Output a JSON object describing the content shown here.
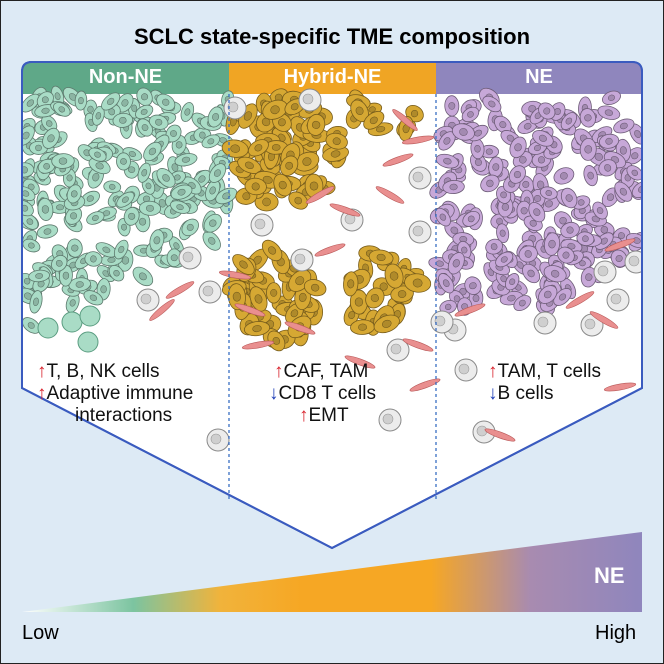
{
  "title": "SCLC state-specific TME composition",
  "columns": [
    {
      "id": "non-ne",
      "header": "Non-NE",
      "color": "#5fa888",
      "cell_color": "#a9dcc6",
      "annotations": [
        {
          "arrow": "up",
          "arrow_glyph": "↑",
          "text": "T, B, NK cells"
        },
        {
          "arrow": "up",
          "arrow_glyph": "↑",
          "text": "Adaptive immune"
        },
        {
          "arrow": "none",
          "arrow_glyph": "",
          "text": "interactions"
        }
      ]
    },
    {
      "id": "hybrid-ne",
      "header": "Hybrid-NE",
      "color": "#f0a524",
      "cell_color": "#d6a833",
      "annotations": [
        {
          "arrow": "up",
          "arrow_glyph": "↑",
          "text": "CAF, TAM"
        },
        {
          "arrow": "down",
          "arrow_glyph": "↓",
          "text": "CD8 T cells"
        },
        {
          "arrow": "up",
          "arrow_glyph": "↑",
          "text": "EMT"
        }
      ]
    },
    {
      "id": "ne",
      "header": "NE",
      "color": "#8f86bd",
      "cell_color": "#c7a8d8",
      "annotations": [
        {
          "arrow": "up",
          "arrow_glyph": "↑",
          "text": "TAM, T cells"
        },
        {
          "arrow": "down",
          "arrow_glyph": "↓",
          "text": "B cells"
        }
      ]
    }
  ],
  "gradient": {
    "label": "NE",
    "low_label": "Low",
    "high_label": "High",
    "colors": [
      "#7cc4a0",
      "#f6a724",
      "#8f86bd"
    ]
  }
}
